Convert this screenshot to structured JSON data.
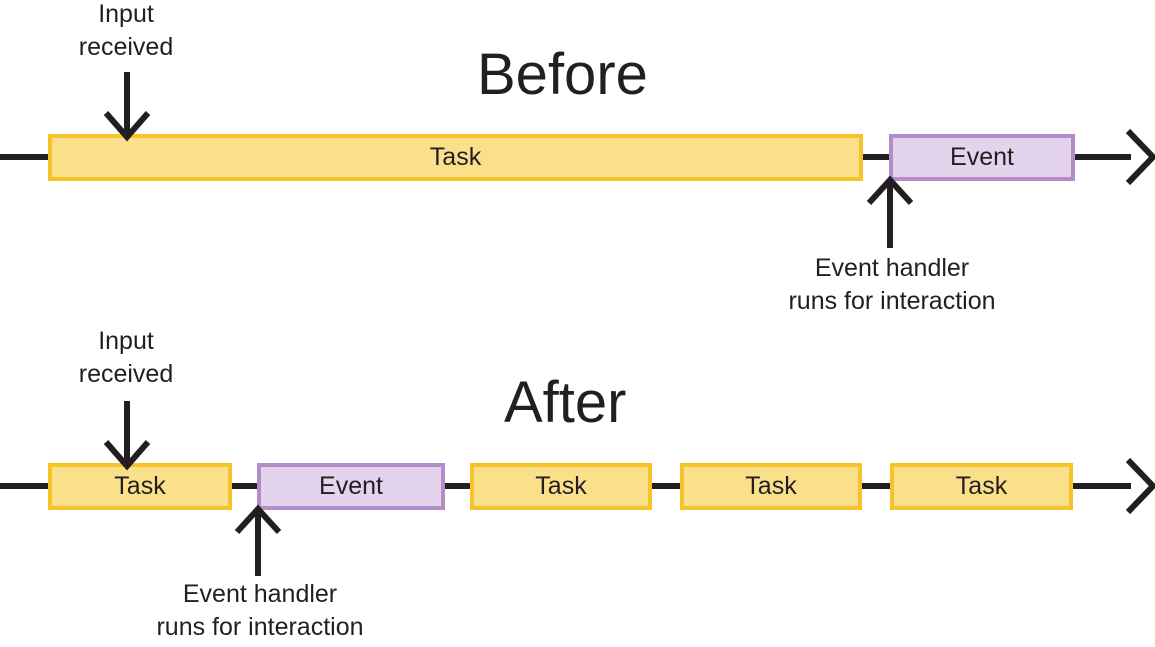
{
  "diagram": {
    "title_before": "Before",
    "title_after": "After",
    "background_color": "#ffffff",
    "ink_color": "#231f20",
    "task_fill": "#fbe08b",
    "task_border": "#f8c328",
    "event_fill": "#e4d3ec",
    "event_border": "#b48dc8"
  },
  "before": {
    "title": "Before",
    "input_caption": "Input\nreceived",
    "handler_caption": "Event handler\nruns for interaction",
    "blocks": [
      {
        "label": "Task",
        "type": "task"
      },
      {
        "label": "Event",
        "type": "event"
      }
    ]
  },
  "after": {
    "title": "After",
    "input_caption": "Input\nreceived",
    "handler_caption": "Event handler\nruns for interaction",
    "blocks": [
      {
        "label": "Task",
        "type": "task"
      },
      {
        "label": "Event",
        "type": "event"
      },
      {
        "label": "Task",
        "type": "task"
      },
      {
        "label": "Task",
        "type": "task"
      },
      {
        "label": "Task",
        "type": "task"
      }
    ]
  }
}
